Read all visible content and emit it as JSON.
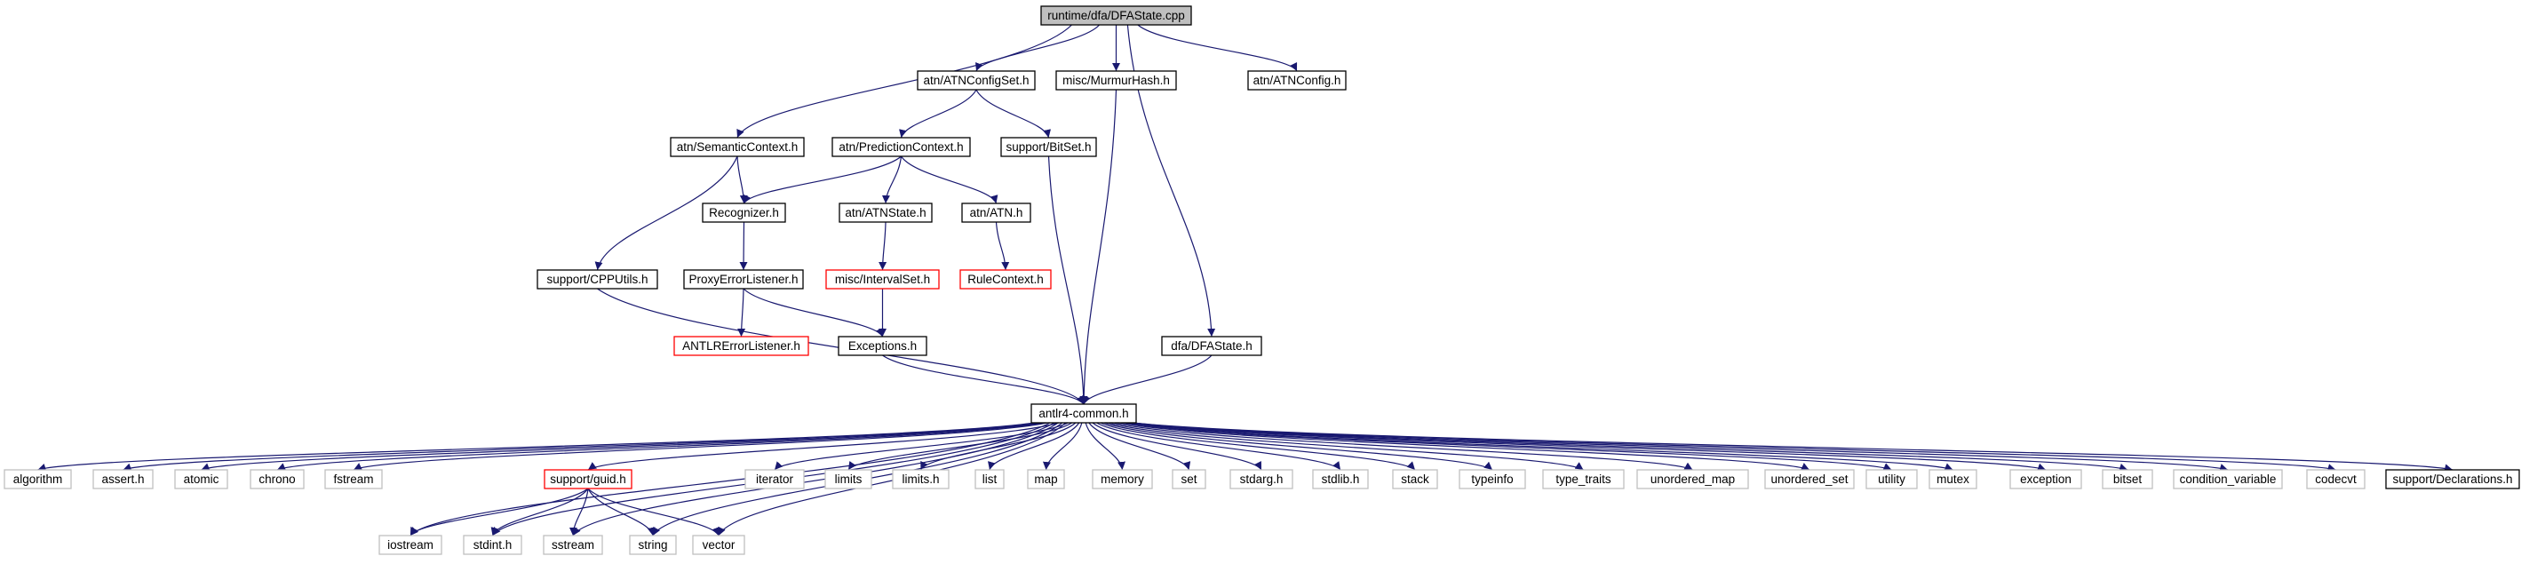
{
  "colors": {
    "edge": "#191970",
    "border_normal": "#000000",
    "border_external": "#bfbfbf",
    "border_truncated": "#ff0000",
    "root_fill": "#bfbfbf",
    "node_fill": "#ffffff"
  },
  "nodes": [
    {
      "id": "root",
      "label": "runtime/dfa/DFAState.cpp",
      "kind": "root"
    },
    {
      "id": "semctx",
      "label": "atn/SemanticContext.h",
      "kind": "normal"
    },
    {
      "id": "atncfgset",
      "label": "atn/ATNConfigSet.h",
      "kind": "normal"
    },
    {
      "id": "murmur",
      "label": "misc/MurmurHash.h",
      "kind": "normal"
    },
    {
      "id": "atncfg",
      "label": "atn/ATNConfig.h",
      "kind": "normal"
    },
    {
      "id": "predctx",
      "label": "atn/PredictionContext.h",
      "kind": "normal"
    },
    {
      "id": "bitset_h",
      "label": "support/BitSet.h",
      "kind": "normal"
    },
    {
      "id": "recognizer",
      "label": "Recognizer.h",
      "kind": "normal"
    },
    {
      "id": "atnstate",
      "label": "atn/ATNState.h",
      "kind": "normal"
    },
    {
      "id": "atn",
      "label": "atn/ATN.h",
      "kind": "normal"
    },
    {
      "id": "cpputils",
      "label": "support/CPPUtils.h",
      "kind": "normal"
    },
    {
      "id": "proxy",
      "label": "ProxyErrorListener.h",
      "kind": "normal"
    },
    {
      "id": "intervalset",
      "label": "misc/IntervalSet.h",
      "kind": "truncated"
    },
    {
      "id": "rulectx",
      "label": "RuleContext.h",
      "kind": "truncated"
    },
    {
      "id": "antlrerr",
      "label": "ANTLRErrorListener.h",
      "kind": "truncated"
    },
    {
      "id": "exceptions",
      "label": "Exceptions.h",
      "kind": "normal"
    },
    {
      "id": "dfastate_h",
      "label": "dfa/DFAState.h",
      "kind": "normal"
    },
    {
      "id": "common",
      "label": "antlr4-common.h",
      "kind": "normal"
    },
    {
      "id": "algorithm",
      "label": "algorithm",
      "kind": "external"
    },
    {
      "id": "assert",
      "label": "assert.h",
      "kind": "external"
    },
    {
      "id": "atomic",
      "label": "atomic",
      "kind": "external"
    },
    {
      "id": "chrono",
      "label": "chrono",
      "kind": "external"
    },
    {
      "id": "fstream",
      "label": "fstream",
      "kind": "external"
    },
    {
      "id": "guid",
      "label": "support/guid.h",
      "kind": "truncated"
    },
    {
      "id": "iterator",
      "label": "iterator",
      "kind": "external"
    },
    {
      "id": "limits",
      "label": "limits",
      "kind": "external"
    },
    {
      "id": "limits_h",
      "label": "limits.h",
      "kind": "external"
    },
    {
      "id": "list",
      "label": "list",
      "kind": "external"
    },
    {
      "id": "map",
      "label": "map",
      "kind": "external"
    },
    {
      "id": "memory",
      "label": "memory",
      "kind": "external"
    },
    {
      "id": "set",
      "label": "set",
      "kind": "external"
    },
    {
      "id": "stdarg",
      "label": "stdarg.h",
      "kind": "external"
    },
    {
      "id": "stdlib",
      "label": "stdlib.h",
      "kind": "external"
    },
    {
      "id": "stack",
      "label": "stack",
      "kind": "external"
    },
    {
      "id": "typeinfo",
      "label": "typeinfo",
      "kind": "external"
    },
    {
      "id": "type_traits",
      "label": "type_traits",
      "kind": "external"
    },
    {
      "id": "unordered_map",
      "label": "unordered_map",
      "kind": "external"
    },
    {
      "id": "unordered_set",
      "label": "unordered_set",
      "kind": "external"
    },
    {
      "id": "utility",
      "label": "utility",
      "kind": "external"
    },
    {
      "id": "mutex",
      "label": "mutex",
      "kind": "external"
    },
    {
      "id": "exception",
      "label": "exception",
      "kind": "external"
    },
    {
      "id": "bitset",
      "label": "bitset",
      "kind": "external"
    },
    {
      "id": "condvar",
      "label": "condition_variable",
      "kind": "external"
    },
    {
      "id": "codecvt",
      "label": "codecvt",
      "kind": "external"
    },
    {
      "id": "decls",
      "label": "support/Declarations.h",
      "kind": "normal"
    },
    {
      "id": "iostream",
      "label": "iostream",
      "kind": "external"
    },
    {
      "id": "stdint",
      "label": "stdint.h",
      "kind": "external"
    },
    {
      "id": "sstream",
      "label": "sstream",
      "kind": "external"
    },
    {
      "id": "string",
      "label": "string",
      "kind": "external"
    },
    {
      "id": "vector",
      "label": "vector",
      "kind": "external"
    }
  ],
  "edges": [
    [
      "root",
      "semctx"
    ],
    [
      "root",
      "atncfgset"
    ],
    [
      "root",
      "murmur"
    ],
    [
      "root",
      "atncfg"
    ],
    [
      "root",
      "dfastate_h"
    ],
    [
      "atncfgset",
      "predctx"
    ],
    [
      "atncfgset",
      "bitset_h"
    ],
    [
      "semctx",
      "recognizer"
    ],
    [
      "semctx",
      "cpputils"
    ],
    [
      "predctx",
      "recognizer"
    ],
    [
      "predctx",
      "atnstate"
    ],
    [
      "predctx",
      "atn"
    ],
    [
      "recognizer",
      "proxy"
    ],
    [
      "atnstate",
      "intervalset"
    ],
    [
      "atn",
      "rulectx"
    ],
    [
      "proxy",
      "antlrerr"
    ],
    [
      "proxy",
      "exceptions"
    ],
    [
      "intervalset",
      "exceptions"
    ],
    [
      "cpputils",
      "common"
    ],
    [
      "exceptions",
      "common"
    ],
    [
      "dfastate_h",
      "common"
    ],
    [
      "murmur",
      "common"
    ],
    [
      "bitset_h",
      "common"
    ],
    [
      "common",
      "algorithm"
    ],
    [
      "common",
      "assert"
    ],
    [
      "common",
      "atomic"
    ],
    [
      "common",
      "chrono"
    ],
    [
      "common",
      "fstream"
    ],
    [
      "common",
      "guid"
    ],
    [
      "common",
      "iterator"
    ],
    [
      "common",
      "limits"
    ],
    [
      "common",
      "limits_h"
    ],
    [
      "common",
      "list"
    ],
    [
      "common",
      "map"
    ],
    [
      "common",
      "memory"
    ],
    [
      "common",
      "set"
    ],
    [
      "common",
      "stdarg"
    ],
    [
      "common",
      "stdlib"
    ],
    [
      "common",
      "stack"
    ],
    [
      "common",
      "typeinfo"
    ],
    [
      "common",
      "type_traits"
    ],
    [
      "common",
      "unordered_map"
    ],
    [
      "common",
      "unordered_set"
    ],
    [
      "common",
      "utility"
    ],
    [
      "common",
      "mutex"
    ],
    [
      "common",
      "exception"
    ],
    [
      "common",
      "bitset"
    ],
    [
      "common",
      "condvar"
    ],
    [
      "common",
      "codecvt"
    ],
    [
      "common",
      "decls"
    ],
    [
      "common",
      "iostream"
    ],
    [
      "common",
      "stdint"
    ],
    [
      "common",
      "sstream"
    ],
    [
      "common",
      "string"
    ],
    [
      "common",
      "vector"
    ],
    [
      "guid",
      "iostream"
    ],
    [
      "guid",
      "stdint"
    ],
    [
      "guid",
      "sstream"
    ],
    [
      "guid",
      "string"
    ],
    [
      "guid",
      "vector"
    ]
  ]
}
